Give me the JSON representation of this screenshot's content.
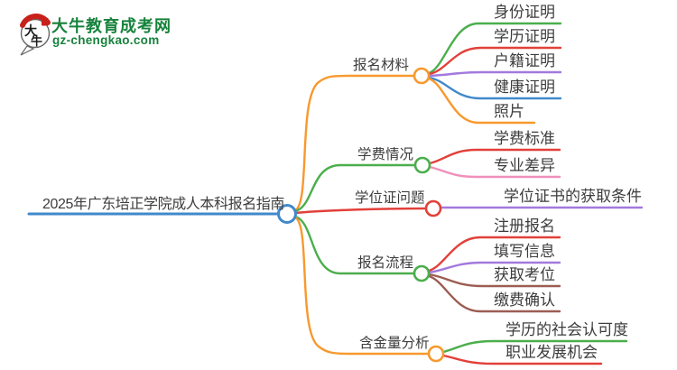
{
  "logo": {
    "icon_text_top": "大",
    "icon_text_bottom": "牛",
    "site_name": "大牛教育成考网",
    "site_url": "gz-chengkao.com",
    "brand_green": "#17823c",
    "seal_red": "#c8201a"
  },
  "mindmap": {
    "root": {
      "label": "2025年广东培正学院成人本科报名指南",
      "color": "#4189cc"
    },
    "branches": [
      {
        "label": "报名材料",
        "color": "#f7992e",
        "children": [
          {
            "label": "身份证明",
            "color": "#4bae4c"
          },
          {
            "label": "学历证明",
            "color": "#e2403a"
          },
          {
            "label": "户籍证明",
            "color": "#a279de"
          },
          {
            "label": "健康证明",
            "color": "#4189cc"
          },
          {
            "label": "照片",
            "color": "#f7992e"
          }
        ]
      },
      {
        "label": "学费情况",
        "color": "#4bae4c",
        "children": [
          {
            "label": "学费标准",
            "color": "#e2403a"
          },
          {
            "label": "专业差异",
            "color": "#ef8fbc"
          }
        ]
      },
      {
        "label": "学位证问题",
        "color": "#e2403a",
        "children": [
          {
            "label": "学位证书的获取条件",
            "color": "#a279de"
          }
        ]
      },
      {
        "label": "报名流程",
        "color": "#4bae4c",
        "children": [
          {
            "label": "注册报名",
            "color": "#e2403a"
          },
          {
            "label": "填写信息",
            "color": "#a279de"
          },
          {
            "label": "获取考位",
            "color": "#9c5d52"
          },
          {
            "label": "缴费确认",
            "color": "#9c5d52"
          }
        ]
      },
      {
        "label": "含金量分析",
        "color": "#f7992e",
        "children": [
          {
            "label": "学历的社会认可度",
            "color": "#4bae4c"
          },
          {
            "label": "职业发展机会",
            "color": "#e2403a"
          }
        ]
      }
    ]
  }
}
